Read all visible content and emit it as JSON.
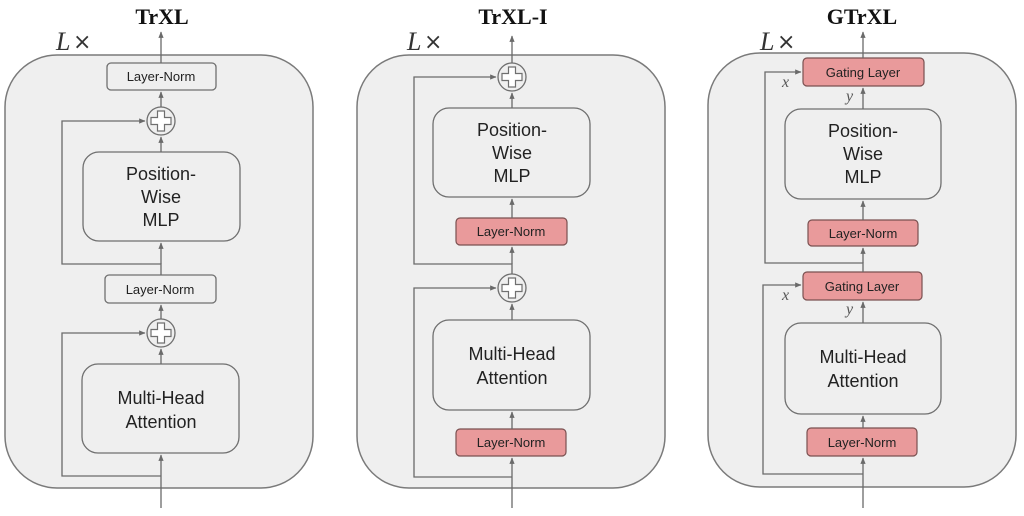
{
  "colors": {
    "highlight_fill": "#e99a9b",
    "block_fill": "#efefef",
    "stroke": "#6f6f6f"
  },
  "repeat_label": "L",
  "repeat_symbol": "×",
  "panels": [
    {
      "title": "TrXL",
      "mlp_lines": [
        "Position-",
        "Wise",
        "MLP"
      ],
      "attention_lines": [
        "Multi-Head",
        "Attention"
      ],
      "top_norm": "Layer-Norm",
      "mid_norm": "Layer-Norm"
    },
    {
      "title": "TrXL-I",
      "mlp_lines": [
        "Position-",
        "Wise",
        "MLP"
      ],
      "attention_lines": [
        "Multi-Head",
        "Attention"
      ],
      "mlp_norm": "Layer-Norm",
      "attention_norm": "Layer-Norm"
    },
    {
      "title": "GTrXL",
      "mlp_lines": [
        "Position-",
        "Wise",
        "MLP"
      ],
      "attention_lines": [
        "Multi-Head",
        "Attention"
      ],
      "top_gate": "Gating Layer",
      "mid_gate": "Gating Layer",
      "mlp_norm": "Layer-Norm",
      "attention_norm": "Layer-Norm",
      "gate_input_x": "x",
      "gate_input_y": "y"
    }
  ]
}
